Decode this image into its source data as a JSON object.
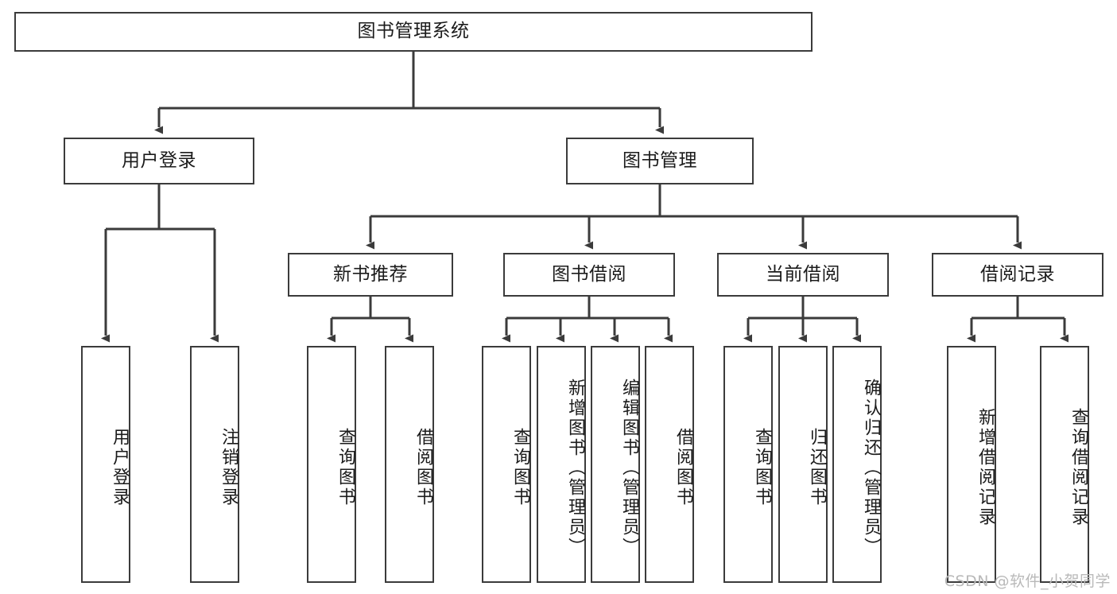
{
  "diagram": {
    "title": "图书管理系统",
    "type": "tree-hierarchy-chart",
    "colors": {
      "box_border": "#3b3b3b",
      "box_fill": "#ffffff",
      "line": "#3b3b3b",
      "text": "#1b1b1b",
      "watermark": "#b9b9b9",
      "background": "#ffffff"
    },
    "root": {
      "label": "图书管理系统"
    },
    "level2": [
      {
        "label": "用户登录"
      },
      {
        "label": "图书管理"
      }
    ],
    "level3": [
      {
        "label": "新书推荐"
      },
      {
        "label": "图书借阅"
      },
      {
        "label": "当前借阅"
      },
      {
        "label": "借阅记录"
      }
    ],
    "leaves": {
      "user_login": [
        {
          "label": "用户登录"
        },
        {
          "label": "注销登录"
        }
      ],
      "new_book_recommend": [
        {
          "label": "查询图书"
        },
        {
          "label": "借阅图书"
        }
      ],
      "book_borrow": [
        {
          "label": "查询图书"
        },
        {
          "label": "新增图书（管理员）"
        },
        {
          "label": "编辑图书（管理员）"
        },
        {
          "label": "借阅图书"
        }
      ],
      "current_borrow": [
        {
          "label": "查询图书"
        },
        {
          "label": "归还图书"
        },
        {
          "label": "确认归还（管理员）"
        }
      ],
      "borrow_record": [
        {
          "label": "新增借阅记录"
        },
        {
          "label": "查询借阅记录"
        }
      ]
    },
    "watermark": "CSDN @软件_小贺同学"
  }
}
